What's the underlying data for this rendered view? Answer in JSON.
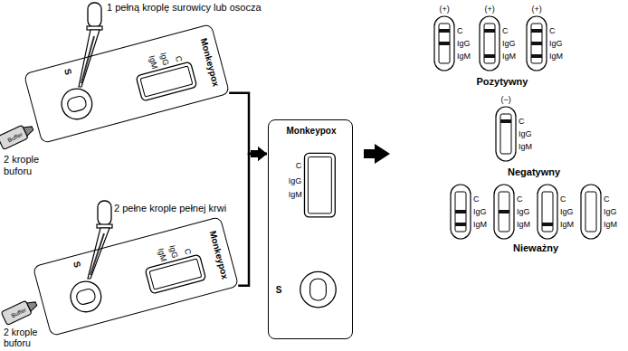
{
  "diagram": {
    "nodes": [
      {
        "text": [
          "Monkeypox",
          "C",
          "IgG",
          "IgM",
          "S"
        ]
      },
      {
        "text": [
          "Monkeypox",
          "C",
          "IgG",
          "IgM",
          "S"
        ]
      },
      {
        "text": [
          "Monkeypox",
          "C",
          "IgG",
          "IgM",
          "S"
        ]
      }
    ],
    "edges": [
      {
        "from": 0,
        "to": 2,
        "arrow": "to"
      },
      {
        "from": 1,
        "to": 2,
        "arrow": "to"
      }
    ],
    "labels": [
      "1 pełną kroplę surowicy lub osocza",
      "Buffer",
      "2 krople buforu",
      "2 pełne krople pełnej krwi",
      "Buffer",
      "2 krople buforu",
      "(+)",
      "C",
      "IgG",
      "IgM",
      "(+)",
      "C",
      "IgG",
      "IgM",
      "(+)",
      "C",
      "IgG",
      "IgM",
      "Pozytywny",
      "(−)",
      "C",
      "IgG",
      "IgM",
      "Negatywny",
      "C",
      "IgG",
      "IgM",
      "C",
      "IgG",
      "IgM",
      "C",
      "IgG",
      "IgM",
      "C",
      "IgG",
      "IgM",
      "Nieważny"
    ]
  }
}
